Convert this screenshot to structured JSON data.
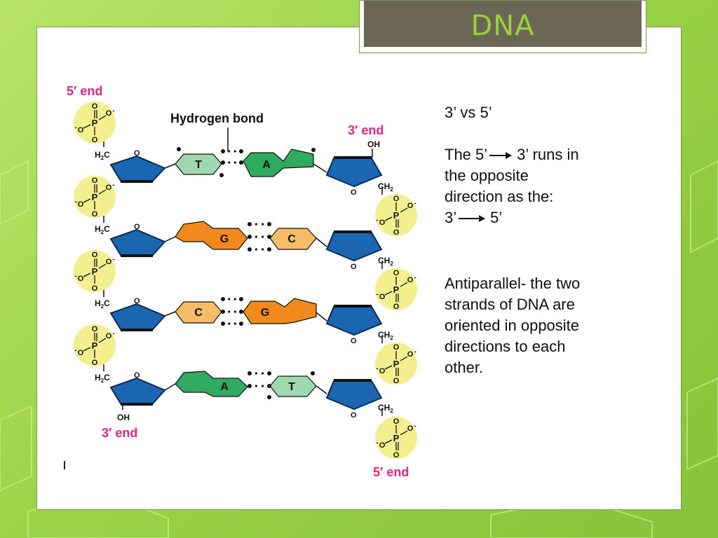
{
  "slide": {
    "title": "DNA",
    "text": {
      "heading": "3’ vs 5’",
      "sentence1_a": "The 5’",
      "sentence1_b": "3’ runs in",
      "sentence1_c": "the opposite",
      "sentence1_d": "direction as the:",
      "sentence1_e_left": "3’",
      "sentence1_e_right": "5’",
      "para2_l1": "Antiparallel- the two",
      "para2_l2": "strands of DNA are",
      "para2_l3": "oriented in opposite",
      "para2_l4": "directions to each",
      "para2_l5": "other."
    }
  },
  "diagram": {
    "labels": {
      "five_end_top": "5′ end",
      "three_end_top": "3′ end",
      "three_end_bottom": "3′ end",
      "five_end_bottom": "5′ end",
      "hydrogen_bond": "Hydrogen bond",
      "oh": "OH",
      "ch2": "CH",
      "ch2_sub": "2",
      "h2c_h": "H",
      "h2c_sub": "2",
      "h2c_c": "C",
      "ring_o": "O",
      "p": "P",
      "o": "O",
      "o_minus": "O",
      "minus": "-"
    },
    "base_pairs": [
      {
        "left": "T",
        "right": "A",
        "left_type": "pyrimidine",
        "right_type": "purine"
      },
      {
        "left": "G",
        "right": "C",
        "left_type": "purine",
        "right_type": "pyrimidine"
      },
      {
        "left": "C",
        "right": "G",
        "left_type": "pyrimidine",
        "right_type": "purine"
      },
      {
        "left": "A",
        "right": "T",
        "left_type": "purine",
        "right_type": "pyrimidine"
      }
    ],
    "colors": {
      "sugar": "#1b66b1",
      "sugar_dark": "#0b2a55",
      "phosphate": "#f3ef8e",
      "label_pink": "#e0247f",
      "A": "#2faa5e",
      "T": "#9fd8b0",
      "G": "#f08a1c",
      "C": "#f6bd66"
    }
  }
}
